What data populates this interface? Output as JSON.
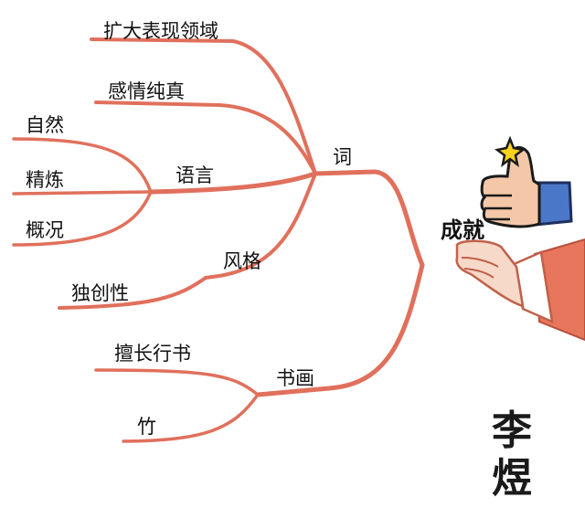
{
  "colors": {
    "branch": "#e0705c",
    "arm": "#e8765c",
    "cuff": "#ffffff",
    "thumb": "#f3c7a7",
    "sleeve": "#4a77c8",
    "ink": "#111111"
  },
  "center": {
    "label": "成就"
  },
  "author": {
    "char1": "李",
    "char2": "煜"
  },
  "branches": {
    "ci": {
      "label": "词",
      "leaves": {
        "expand": "扩大表现领域",
        "emotion": "感情纯真",
        "style": "风格",
        "original": "独创性"
      },
      "language": {
        "label": "语言",
        "natural": "自然",
        "refined": "精炼",
        "general": "概况"
      }
    },
    "shuhua": {
      "label": "书画",
      "calligraphy": "擅长行书",
      "bamboo": "竹"
    }
  },
  "icons": {
    "thumbs_up": "thumbs-up-icon",
    "hand": "hand-icon",
    "sparkle": "sparkle-icon"
  }
}
